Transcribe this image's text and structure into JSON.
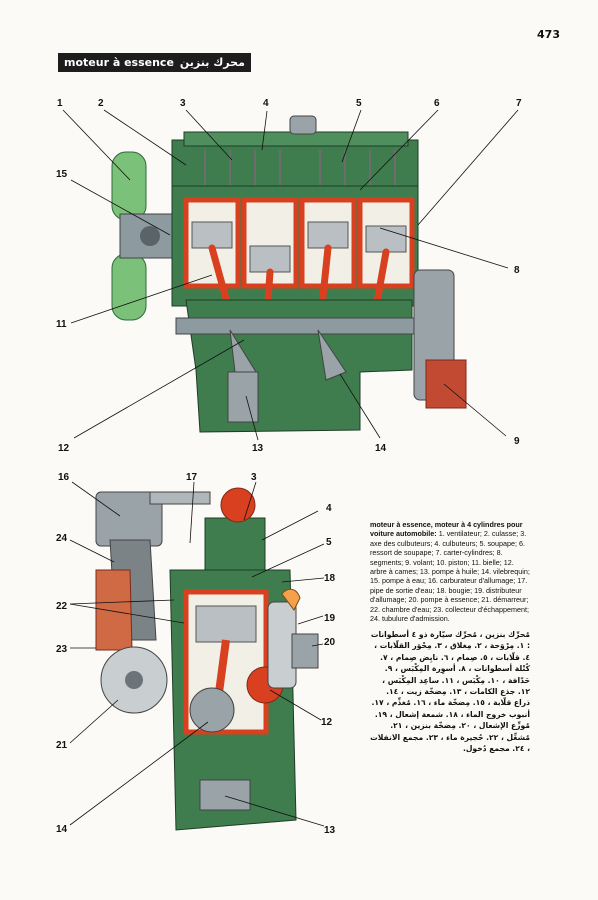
{
  "page": {
    "number": "473",
    "title_fr": "moteur à essence",
    "title_ar": "محرك بنزين"
  },
  "callouts": {
    "top": [
      "1",
      "2",
      "3",
      "4",
      "5",
      "6",
      "7",
      "15",
      "8",
      "11",
      "12",
      "13",
      "14",
      "9"
    ],
    "bottom": [
      "16",
      "17",
      "3",
      "4",
      "5",
      "18",
      "24",
      "22",
      "19",
      "23",
      "20",
      "21",
      "12",
      "14",
      "13"
    ]
  },
  "caption": {
    "fr_lead": "moteur à essence, moteur à 4 cylindres pour voiture automobile:",
    "fr_body": " 1. ventilateur; 2. culasse; 3. axe des culbuteurs; 4. culbuteurs; 5. soupape; 6. ressort de soupape; 7. carter-cylindres; 8. segments; 9. volant; 10. piston; 11. bielle; 12. arbre à cames; 13. pompe à huile; 14. vilebrequin; 15. pompe à eau; 16. carburateur d'allumage; 17. pipe de sortie d'eau; 18. bougie; 19. distributeur d'allumage; 20. pompe à essence; 21. démarreur; 22. chambre d'eau; 23. collecteur d'échappement; 24. tubulure d'admission.",
    "ar": "مُحرِّك بنزين ، مُحرِّك سيّارة ذو ٤ أسطوانات : ١. مِرْوَحة ، ٢. مِغلاق ، ٣. مِحْوَر القلّابات ، ٤. قلّابات ، ٥. صِمام ، ٦. نابِض صِمام ، ٧. كُتْلة أسطوانات ، ٨. أسوِرة المِكْبَس ، ٩. حَدّافة ، ١٠. مِكْبَس ، ١١. ساعِد المِكْبَس ، ١٢. جذع الكامات ، ١٣. مِضخّة زيت ، ١٤. ذراع قلّابة ، ١٥. مِضخّة ماء ، ١٦. مُغذِّم ، ١٧. أنبوب خروج الماء ، ١٨. شمعة إشعال ، ١٩. مُوزِّع الإشعال ، ٢٠. مِضخّة بنزين ، ٢١. مُشغِّل ، ٢٢. حُجيرة ماء ، ٢٣. مجمع الانفلات ، ٢٤. مجمع دُخول."
  },
  "colors": {
    "engine_green": "#3f7d4e",
    "cutaway_red": "#d8401f",
    "metal_grey": "#9aa3a8",
    "fan_green": "#7cc17a"
  }
}
